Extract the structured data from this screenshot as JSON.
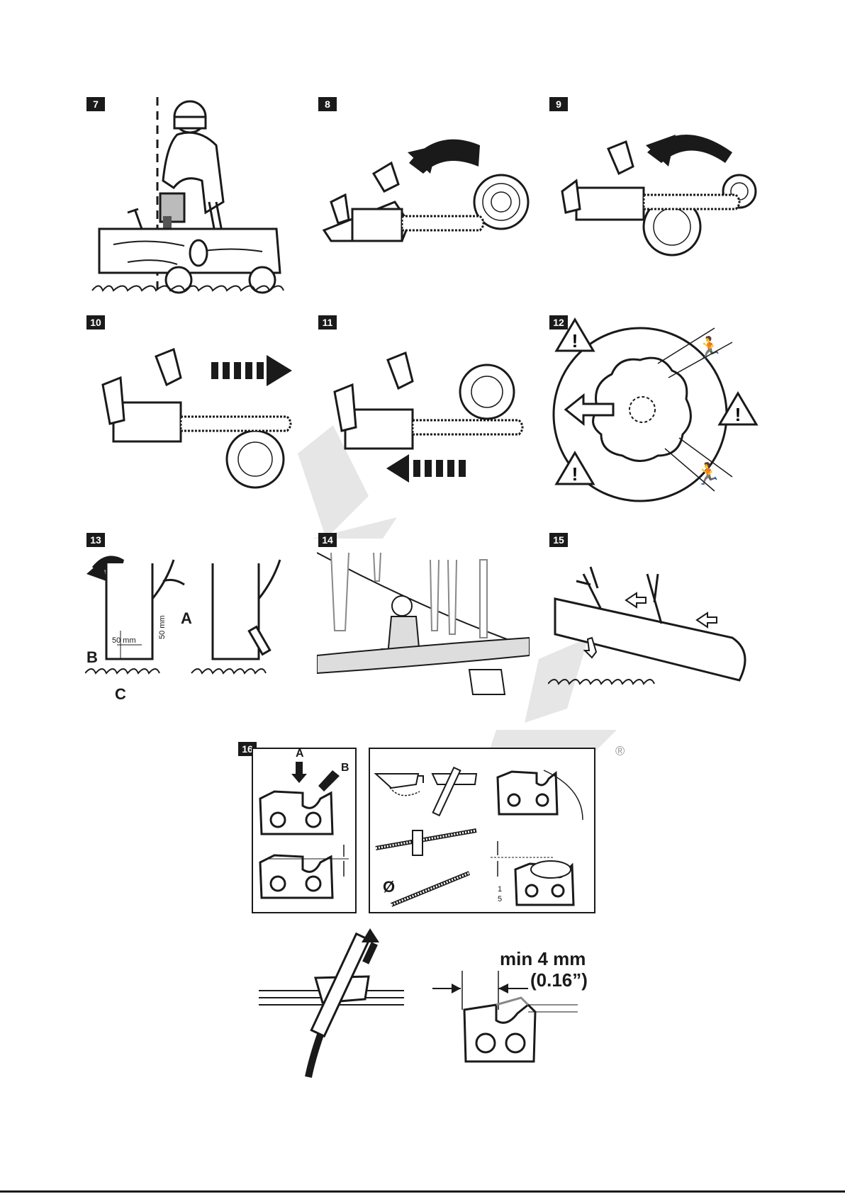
{
  "figures": [
    {
      "id": "fig7",
      "number": "7"
    },
    {
      "id": "fig8",
      "number": "8"
    },
    {
      "id": "fig9",
      "number": "9"
    },
    {
      "id": "fig10",
      "number": "10"
    },
    {
      "id": "fig11",
      "number": "11"
    },
    {
      "id": "fig12",
      "number": "12"
    },
    {
      "id": "fig13",
      "number": "13",
      "labels": {
        "a": "A",
        "b": "B",
        "c": "C",
        "horizontal": "50 mm",
        "vertical": "50 mm"
      }
    },
    {
      "id": "fig14",
      "number": "14"
    },
    {
      "id": "fig15",
      "number": "15"
    },
    {
      "id": "fig16",
      "number": "16",
      "labels": {
        "a": "A",
        "b": "B",
        "fraction_num": "1",
        "fraction_den": "5",
        "diameter": "Ø"
      }
    }
  ],
  "sharpening": {
    "min_label": "min 4 mm",
    "inch_label": "(0.16”)"
  },
  "trademark": "®"
}
